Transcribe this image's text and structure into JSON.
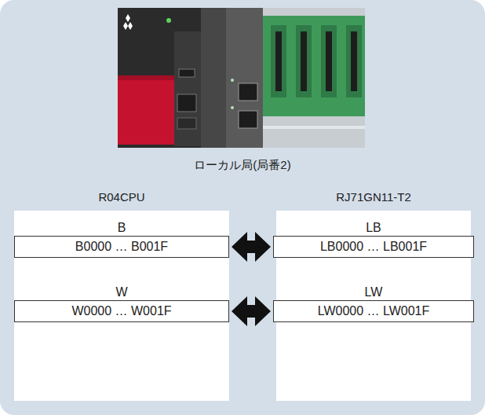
{
  "diagram": {
    "nodes": [
      {
        "text": [
          "ローカル局(局番2)"
        ]
      },
      {
        "text": [
          "R04CPU"
        ],
        "in": 0
      },
      {
        "text": [
          "B",
          "B0000 … B001F"
        ],
        "in": 1
      },
      {
        "text": [
          "W",
          "W0000 … W001F"
        ],
        "in": 1
      },
      {
        "text": [
          "RJ71GN11-T2"
        ],
        "in": 0
      },
      {
        "text": [
          "LB",
          "LB0000 … LB001F"
        ],
        "in": 4
      },
      {
        "text": [
          "LW",
          "LW0000 … LW001F"
        ],
        "in": 4
      }
    ],
    "edges": [
      {
        "from": 2,
        "to": 5,
        "arrow": "both"
      },
      {
        "from": 3,
        "to": 6,
        "arrow": "both"
      }
    ]
  }
}
